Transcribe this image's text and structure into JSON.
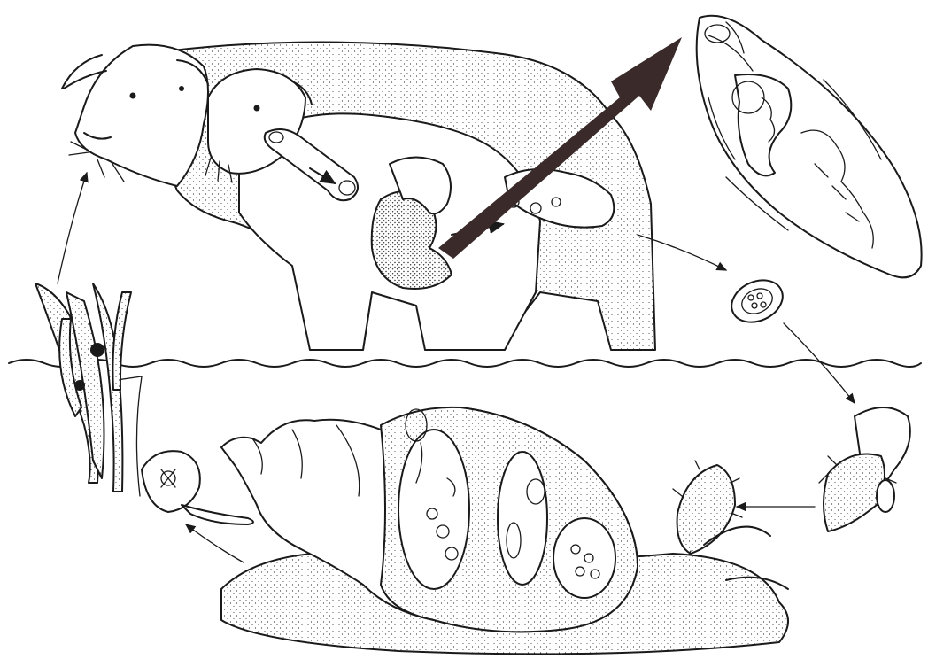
{
  "diagram": {
    "stages": [
      {
        "id": "definitive-hosts",
        "icon": "sheep-cattle-icon"
      },
      {
        "id": "adult-fluke",
        "icon": "adult-fluke-icon"
      },
      {
        "id": "egg",
        "icon": "egg-icon"
      },
      {
        "id": "miracidium",
        "icon": "miracidium-icon"
      },
      {
        "id": "sporocyst",
        "icon": "sporocyst-icon"
      },
      {
        "id": "snail-host",
        "icon": "snail-icon"
      },
      {
        "id": "cercaria",
        "icon": "cercaria-icon"
      },
      {
        "id": "metacercaria-on-grass",
        "icon": "grass-cyst-icon"
      }
    ],
    "colors": {
      "ink": "#1a1a1a",
      "paper": "#ffffff",
      "arrow": "#3a2a2a"
    }
  }
}
